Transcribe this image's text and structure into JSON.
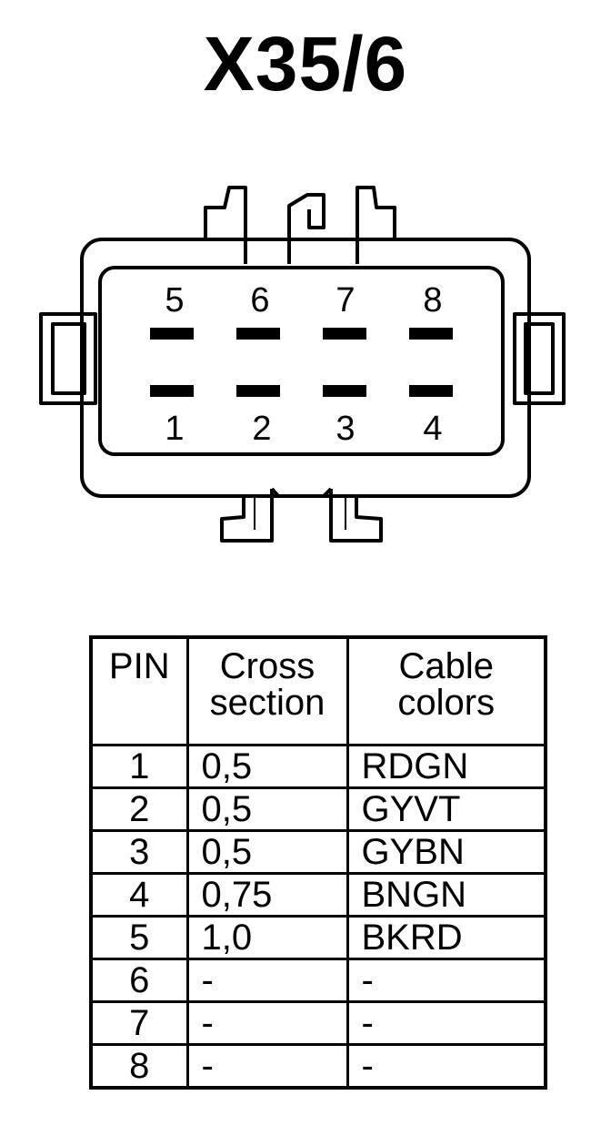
{
  "title": "X35/6",
  "connector": {
    "top_pins": [
      "5",
      "6",
      "7",
      "8"
    ],
    "bottom_pins": [
      "1",
      "2",
      "3",
      "4"
    ]
  },
  "table": {
    "headers": {
      "pin": [
        "PIN"
      ],
      "cross_section": [
        "Cross",
        "section"
      ],
      "cable_colors": [
        "Cable",
        "colors"
      ]
    },
    "rows": [
      {
        "pin": "1",
        "cross_section": "0,5",
        "cable_colors": "RDGN"
      },
      {
        "pin": "2",
        "cross_section": "0,5",
        "cable_colors": "GYVT"
      },
      {
        "pin": "3",
        "cross_section": "0,5",
        "cable_colors": "GYBN"
      },
      {
        "pin": "4",
        "cross_section": "0,75",
        "cable_colors": "BNGN"
      },
      {
        "pin": "5",
        "cross_section": "1,0",
        "cable_colors": "BKRD"
      },
      {
        "pin": "6",
        "cross_section": "-",
        "cable_colors": "-"
      },
      {
        "pin": "7",
        "cross_section": "-",
        "cable_colors": "-"
      },
      {
        "pin": "8",
        "cross_section": "-",
        "cable_colors": "-"
      }
    ]
  }
}
